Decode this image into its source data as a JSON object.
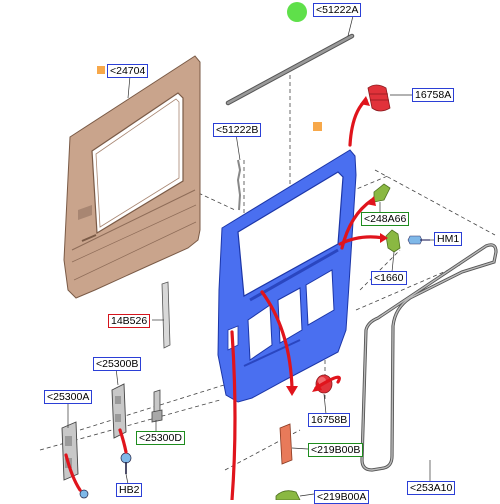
{
  "colors": {
    "door_skin": "#c9a48c",
    "door_frame": "#4a6ff0",
    "part_gray": "#b9b9b9",
    "seal_gray": "#9a9a9a",
    "arrow_red": "#e0141c",
    "callout_blue": "#2b3fd6",
    "callout_green": "#1e8c1e",
    "callout_red": "#d4141c",
    "marker_green": "#5fe04a",
    "marker_orange": "#f7a84a",
    "bumper_red": "#e1323a",
    "pad_green": "#8ab842"
  },
  "callouts": {
    "c_51222A_top": "<51222A",
    "c_24704": "<24704",
    "c_16758A": "16758A",
    "c_51222B": "<51222B",
    "c_248A66": "<248A66",
    "c_HM1": "HM1",
    "c_1660": "<1660",
    "c_14B526": "14B526",
    "c_25300B": "<25300B",
    "c_25300A": "<25300A",
    "c_25300D": "<25300D",
    "c_16758B": "16758B",
    "c_219B00B": "<219B00B",
    "c_HB2": "HB2",
    "c_253A10": "<253A10",
    "c_219B00A": "<219B00A"
  },
  "markers": {
    "circle_marker": "green-circle",
    "square_markers": "orange-square"
  }
}
